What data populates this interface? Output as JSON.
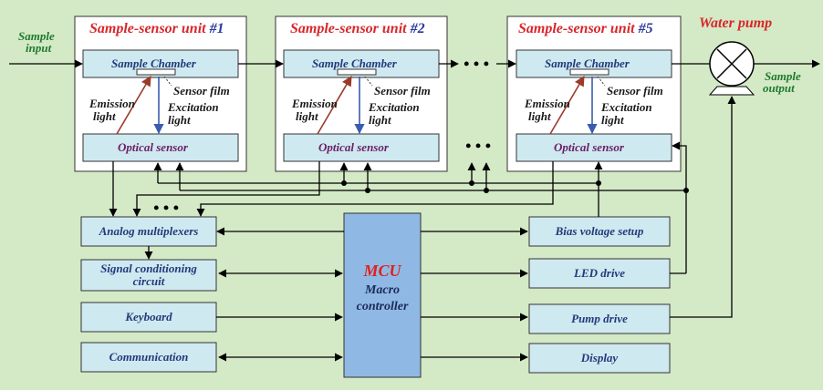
{
  "units": [
    {
      "title": "Sample-sensor unit ",
      "num": "#1"
    },
    {
      "title": "Sample-sensor unit ",
      "num": "#2"
    },
    {
      "title": "Sample-sensor unit ",
      "num": "#5"
    }
  ],
  "labels": {
    "sample_chamber": "Sample Chamber",
    "optical_sensor": "Optical sensor",
    "sensor_film": "Sensor film",
    "emission": "Emission",
    "excitation": "Excitation",
    "light": "light",
    "sample_input_1": "Sample",
    "sample_input_2": "input",
    "sample_output_1": "Sample",
    "sample_output_2": "output",
    "water_pump": "Water pump",
    "ellipsis": "• • •"
  },
  "left_blocks": [
    "Analog multiplexers",
    "Signal conditioning",
    "circuit",
    "Keyboard",
    "Communication"
  ],
  "right_blocks": [
    "Bias voltage setup",
    "LED  drive",
    "Pump  drive",
    "Display"
  ],
  "mcu": {
    "title": "MCU",
    "line1": "Macro",
    "line2": "controller"
  },
  "colors": {
    "background": "#d4e9c6",
    "box_fill": "#cfe9f1",
    "mcu_fill": "#8fb9e4",
    "emission_arrow": "#9b3a2a",
    "excitation_arrow": "#3a5cae"
  }
}
